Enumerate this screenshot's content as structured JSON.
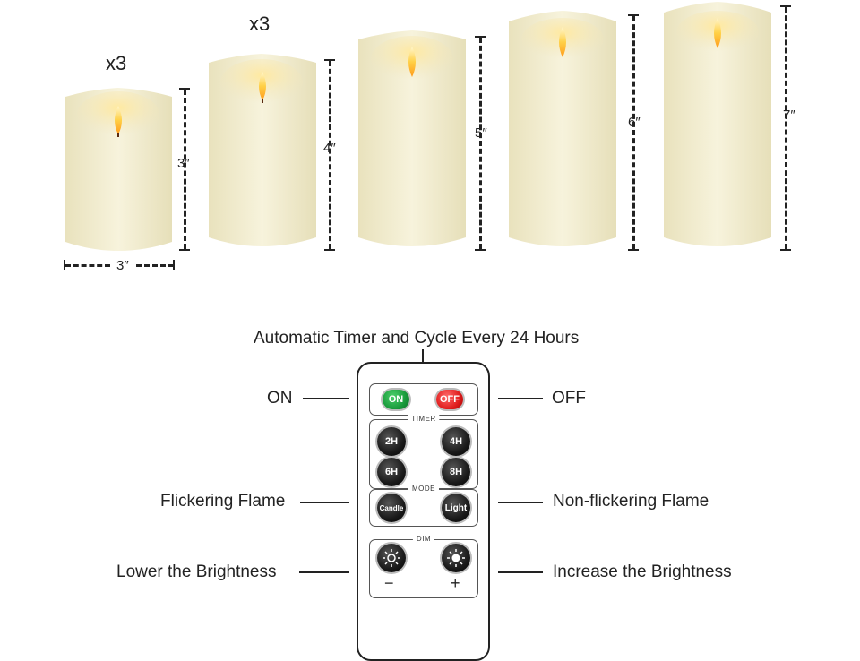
{
  "candles": {
    "qty_a": "x3",
    "qty_b": "x3",
    "h1": "3″",
    "h2": "4″",
    "h3": "5″",
    "h4": "6″",
    "h5": "7″",
    "width": "3″"
  },
  "labels": {
    "timer": "Automatic Timer and Cycle Every 24 Hours",
    "on": "ON",
    "off": "OFF",
    "flicker": "Flickering Flame",
    "nonflicker": "Non-flickering Flame",
    "lower": "Lower the Brightness",
    "increase": "Increase the Brightness"
  },
  "remote": {
    "on_btn": "ON",
    "off_btn": "OFF",
    "timer_title": "TIMER",
    "btn_2h": "2H",
    "btn_4h": "4H",
    "btn_6h": "6H",
    "btn_8h": "8H",
    "mode_title": "MODE",
    "candle_btn": "Candle",
    "light_btn": "Light",
    "dim_title": "DIM",
    "minus": "−",
    "plus": "+"
  },
  "colors": {
    "wax": "#f3eed2",
    "flame": "#ffd35a",
    "on": "#1a9a3c",
    "off": "#e01e1e"
  }
}
